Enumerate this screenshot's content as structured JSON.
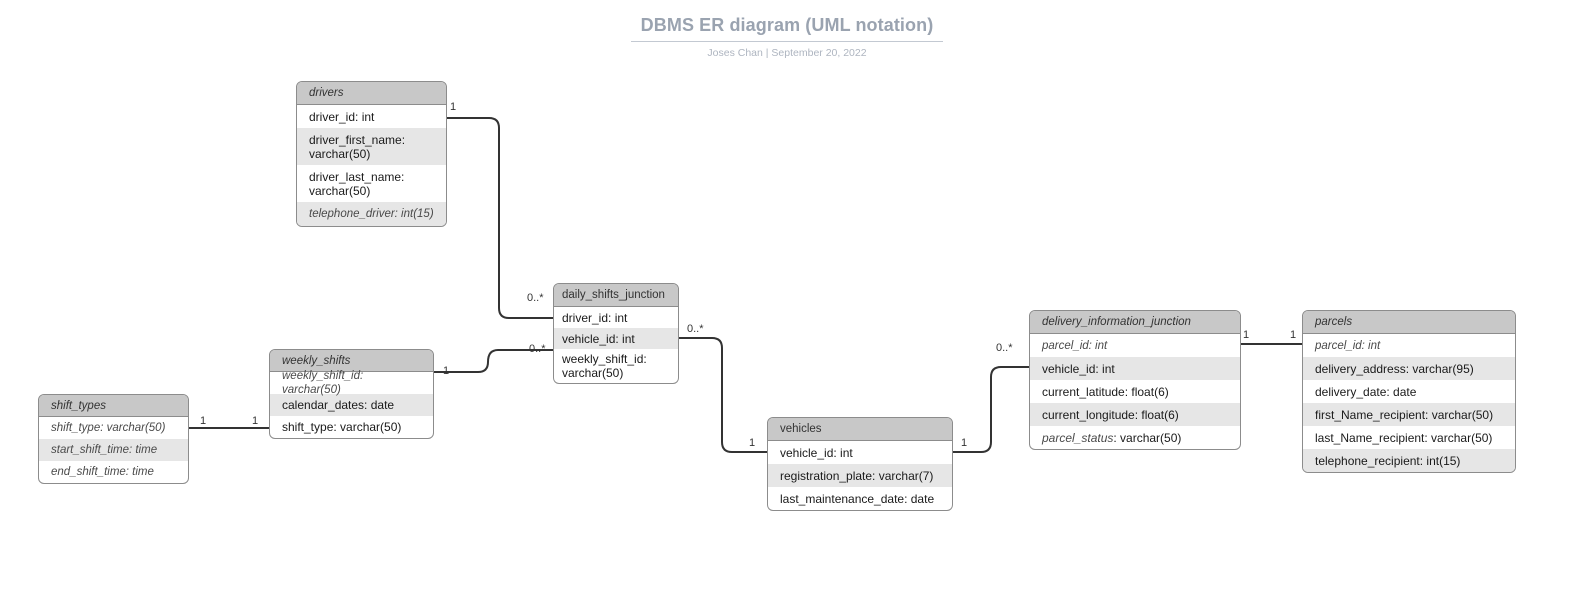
{
  "header": {
    "title": "DBMS ER diagram (UML notation)",
    "subtitle": "Joses Chan  |  September 20, 2022",
    "title_color": "#9aa3b0",
    "subtitle_color": "#aeb5c0"
  },
  "theme": {
    "header_fill": "#c8c8c8",
    "row_alt_fill": "#e6e6e6",
    "border": "#8c8c8c",
    "line": "#333333",
    "text": "#1a1a1a",
    "muted_text": "#4a4a4a"
  },
  "entities": {
    "shift_types": {
      "name": "shift_types",
      "rows": [
        "shift_type: varchar(50)",
        "start_shift_time: time",
        "end_shift_time: time"
      ]
    },
    "weekly_shifts": {
      "name": "weekly_shifts",
      "rows": [
        "weekly_shift_id: varchar(50)",
        "calendar_dates: date",
        "shift_type: varchar(50)"
      ]
    },
    "drivers": {
      "name": "drivers",
      "rows": [
        "driver_id: int",
        "driver_first_name:\nvarchar(50)",
        "driver_last_name:\nvarchar(50)",
        "telephone_driver: int(15)"
      ]
    },
    "daily_shifts_junction": {
      "name": "daily_shifts_junction",
      "rows": [
        "driver_id: int",
        "vehicle_id: int",
        "weekly_shift_id:\nvarchar(50)"
      ]
    },
    "vehicles": {
      "name": "vehicles",
      "rows": [
        "vehicle_id: int",
        "registration_plate: varchar(7)",
        "last_maintenance_date: date"
      ]
    },
    "delivery_information_junction": {
      "name": "delivery_information_junction",
      "rows": [
        "parcel_id: int",
        "vehicle_id: int",
        "current_latitude: float(6)",
        "current_longitude: float(6)",
        "parcel_status",
        ": varchar(50)"
      ]
    },
    "parcels": {
      "name": "parcels",
      "rows": [
        "parcel_id: int",
        "delivery_address: varchar(95)",
        "delivery_date: date",
        "first_Name_recipient: varchar(50)",
        "last_Name_recipient: varchar(50)",
        "telephone_recipient: int(15)"
      ]
    }
  },
  "cardinalities": {
    "shift_types_to_weekly_shifts_left": "1",
    "shift_types_to_weekly_shifts_right": "1",
    "drivers_to_daily_shifts": "1",
    "daily_shifts_from_drivers": "0..*",
    "weekly_shifts_to_daily_shifts": "1",
    "daily_shifts_from_weekly_shifts": "0..*",
    "daily_shifts_to_vehicles": "0..*",
    "vehicles_from_daily_shifts": "1",
    "vehicles_to_delivery_info": "1",
    "delivery_info_from_vehicles": "0..*",
    "delivery_info_to_parcels": "1",
    "parcels_from_delivery_info": "1"
  }
}
